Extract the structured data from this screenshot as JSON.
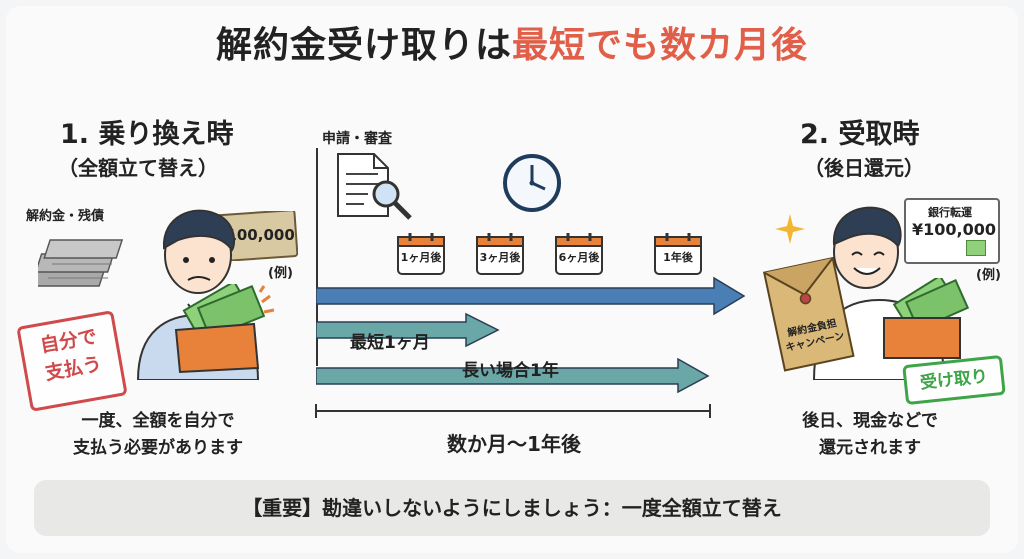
{
  "title": {
    "main": "解約金受け取りは",
    "highlight": "最短でも数カ月後"
  },
  "left": {
    "heading": "1. 乗り換え時",
    "subheading": "（全額立て替え）",
    "label": "解約金・残債",
    "amount": "¥100,000",
    "example": "(例)",
    "stamp_line1": "自分で",
    "stamp_line2": "支払う",
    "desc_line1": "一度、全額を自分で",
    "desc_line2": "支払う必要があります"
  },
  "middle": {
    "apply_label": "申請・審査",
    "calendars": [
      "1ヶ月後",
      "3ヶ月後",
      "6ヶ月後",
      "1年後"
    ],
    "shortest": "最短1ヶ月",
    "longest": "長い場合1年",
    "span": "数か月〜1年後"
  },
  "right": {
    "heading": "2. 受取時",
    "subheading": "（後日還元）",
    "bank_label": "銀行転運",
    "amount": "¥100,000",
    "example": "(例)",
    "envelope_line1": "解約金負担",
    "envelope_line2": "キャンペーン",
    "stamp": "受け取り",
    "desc_line1": "後日、現金などで",
    "desc_line2": "還元されます"
  },
  "bottom": {
    "note": "【重要】勘違いしないようにしましょう：一度全額立て替え"
  },
  "colors": {
    "accent_red": "#e15e48",
    "arrow_blue": "#4a7fb5",
    "arrow_teal": "#6aa7a7",
    "stamp_red": "#d0494b",
    "stamp_green": "#3da447"
  }
}
